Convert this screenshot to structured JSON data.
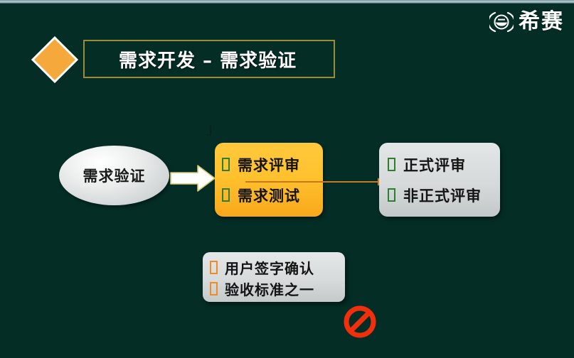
{
  "slide": {
    "background_color": "#042d26",
    "accent_color": "#f5a623",
    "title": "需求开发 – 需求验证"
  },
  "brand": {
    "wordmark": "希赛",
    "mark_icon": "circle-logo-icon"
  },
  "diagram": {
    "source_node": {
      "label": "需求验证",
      "shape": "ellipse"
    },
    "arrow_primary": {
      "icon": "block-arrow-right-icon"
    },
    "review_box": {
      "fill_color": "#ffc22f",
      "items": [
        {
          "bullet": "square-bullet-icon",
          "bullet_color": "#2f7d2f",
          "text": "需求评审"
        },
        {
          "bullet": "square-bullet-icon",
          "bullet_color": "#2f7d2f",
          "text": "需求测试"
        }
      ]
    },
    "connector": {
      "icon": "thin-arrow-right-icon",
      "color": "#c9781a"
    },
    "formal_box": {
      "fill_color": "#d7dbdb",
      "items": [
        {
          "bullet": "square-bullet-icon",
          "bullet_color": "#2f7d2f",
          "text": "正式评审"
        },
        {
          "bullet": "square-bullet-icon",
          "bullet_color": "#2f7d2f",
          "text": "非正式评审"
        }
      ]
    },
    "signoff_box": {
      "fill_color": "#d7dbdb",
      "items": [
        {
          "bullet": "square-bullet-icon",
          "bullet_color": "#f08a24",
          "text": "用户签字确认"
        },
        {
          "bullet": "square-bullet-icon",
          "bullet_color": "#f08a24",
          "text": "验收标准之一"
        }
      ]
    },
    "prohibition": {
      "icon": "no-entry-icon",
      "color": "#f0300c"
    },
    "cursor_artifact": "J"
  }
}
